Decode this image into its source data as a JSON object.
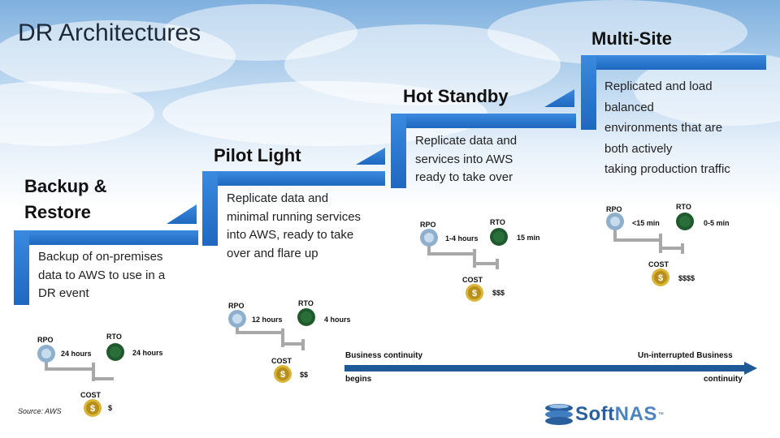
{
  "title": "DR Architectures",
  "steps": [
    {
      "heading_line1": "Backup &",
      "heading_line2": "Restore",
      "lines": [
        "Backup of on-premises",
        "data to AWS to use in a",
        "DR event"
      ],
      "rpo_label": "RPO",
      "rto_label": "RTO",
      "cost_label": "COST",
      "rpo_value": "24 hours",
      "rto_value": "24 hours",
      "cost_value": "$"
    },
    {
      "heading_line1": "Pilot Light",
      "lines": [
        "Replicate data and",
        "minimal running  services",
        "into AWS,  ready to take",
        "over and flare up"
      ],
      "rpo_label": "RPO",
      "rto_label": "RTO",
      "cost_label": "COST",
      "rpo_value": "12 hours",
      "rto_value": "4 hours",
      "cost_value": "$$"
    },
    {
      "heading_line1": "Hot Standby",
      "lines": [
        "Replicate data and",
        "services into AWS",
        "ready to take over"
      ],
      "rpo_label": "RPO",
      "rto_label": "RTO",
      "cost_label": "COST",
      "rpo_value": "1-4 hours",
      "rto_value": "15 min",
      "cost_value": "$$$"
    },
    {
      "heading_line1": "Multi-Site",
      "lines": [
        "Replicated and load",
        "balanced",
        "environments that are",
        "both actively",
        "taking production traffic"
      ],
      "rpo_label": "RPO",
      "rto_label": "RTO",
      "cost_label": "COST",
      "rpo_value": "<15 min",
      "rto_value": "0-5 min",
      "cost_value": "$$$$"
    }
  ],
  "continuity": {
    "left_line1": "Business continuity",
    "left_line2": "begins",
    "right_line1": "Un-interrupted Business",
    "right_line2": "continuity"
  },
  "source": "Source: AWS",
  "logo": {
    "part1": "Soft",
    "part2": "NAS",
    "tm": "™"
  },
  "colors": {
    "step_blue": "#2f7fd6",
    "step_blue_dark": "#1f5fa8",
    "rpo_circle": "#7fa6c4",
    "rto_circle": "#1f5a2e",
    "cost_coin": "#d9b53a",
    "arrow": "#1f5a96"
  }
}
